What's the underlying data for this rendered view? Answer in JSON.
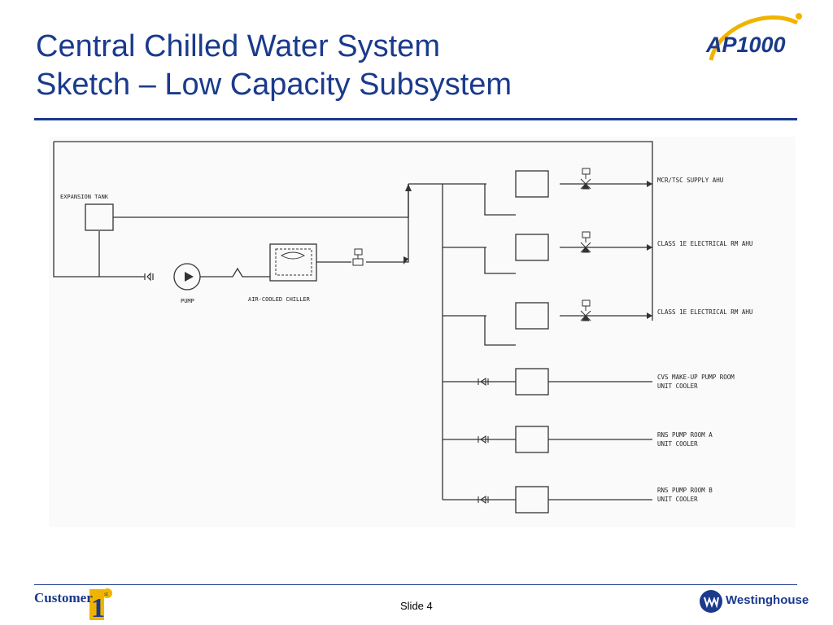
{
  "title": {
    "line1": "Central Chilled Water System",
    "line2": "Sketch – Low Capacity Subsystem"
  },
  "logos": {
    "ap_logo_text": "AP1000",
    "customer_logo_text": "Customer",
    "customer_logo_numeral": "1",
    "customer_logo_superscript": "st",
    "westinghouse_text": "Westinghouse"
  },
  "footer": {
    "slide_label": "Slide 4"
  },
  "diagram": {
    "expansion_tank": "EXPANSION TANK",
    "pump": "PUMP",
    "chiller": "AIR-COOLED CHILLER",
    "branches": [
      {
        "line1": "MCR/TSC SUPPLY AHU",
        "line2": ""
      },
      {
        "line1": "CLASS 1E ELECTRICAL RM AHU",
        "line2": ""
      },
      {
        "line1": "CLASS 1E ELECTRICAL RM AHU",
        "line2": ""
      },
      {
        "line1": "CVS MAKE-UP PUMP ROOM",
        "line2": "UNIT COOLER"
      },
      {
        "line1": "RNS PUMP ROOM A",
        "line2": "UNIT COOLER"
      },
      {
        "line1": "RNS PUMP ROOM B",
        "line2": "UNIT COOLER"
      }
    ]
  },
  "colors": {
    "title_blue": "#1a3a8c",
    "logo_yellow": "#f0b400",
    "line_color": "#333333"
  }
}
